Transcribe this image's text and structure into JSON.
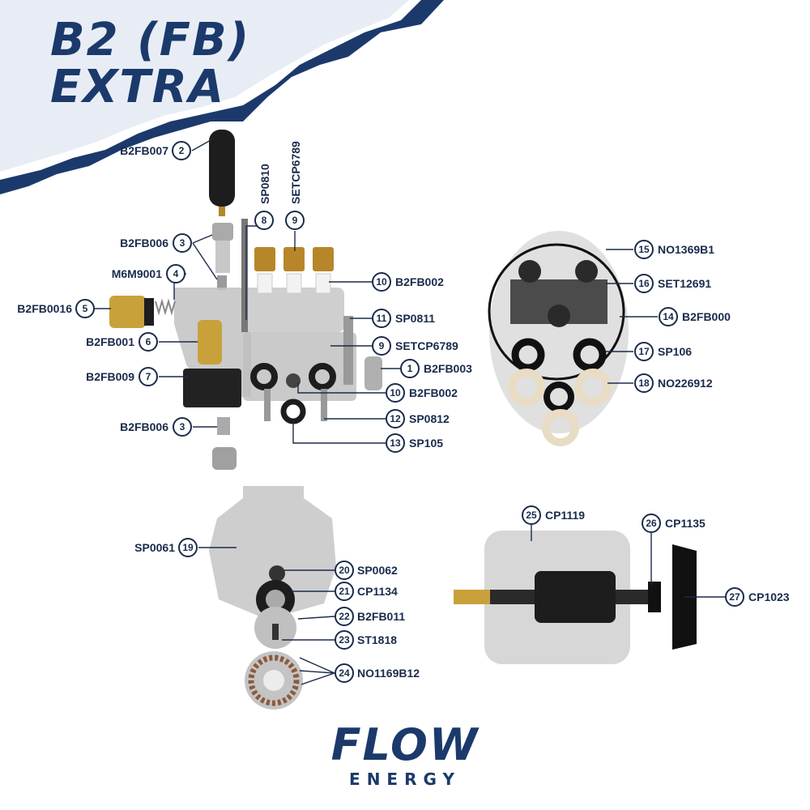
{
  "title": {
    "line1": "B2 (FB)",
    "line2": "EXTRA"
  },
  "brand": {
    "name": "FLOW",
    "sub": "ENERGY",
    "color": "#1b3a6b"
  },
  "colors": {
    "navy": "#1b3a6b",
    "ink": "#1a2b4c",
    "parts_gray": "#b5b5b5",
    "brass": "#c9a13a"
  },
  "callouts": [
    {
      "num": "2",
      "code": "B2FB007"
    },
    {
      "num": "3",
      "code": "B2FB006"
    },
    {
      "num": "4",
      "code": "M6M9001"
    },
    {
      "num": "5",
      "code": "B2FB0016"
    },
    {
      "num": "6",
      "code": "B2FB001"
    },
    {
      "num": "7",
      "code": "B2FB009"
    },
    {
      "num": "3",
      "code": "B2FB006"
    },
    {
      "num": "8",
      "code": "SP0810"
    },
    {
      "num": "9",
      "code": "SETCP6789"
    },
    {
      "num": "10",
      "code": "B2FB002"
    },
    {
      "num": "11",
      "code": "SP0811"
    },
    {
      "num": "9",
      "code": "SETCP6789"
    },
    {
      "num": "1",
      "code": "B2FB003"
    },
    {
      "num": "10",
      "code": "B2FB002"
    },
    {
      "num": "12",
      "code": "SP0812"
    },
    {
      "num": "13",
      "code": "SP105"
    },
    {
      "num": "15",
      "code": "NO1369B1"
    },
    {
      "num": "16",
      "code": "SET12691"
    },
    {
      "num": "14",
      "code": "B2FB000"
    },
    {
      "num": "17",
      "code": "SP106"
    },
    {
      "num": "18",
      "code": "NO226912"
    },
    {
      "num": "19",
      "code": "SP0061"
    },
    {
      "num": "20",
      "code": "SP0062"
    },
    {
      "num": "21",
      "code": "CP1134"
    },
    {
      "num": "22",
      "code": "B2FB011"
    },
    {
      "num": "23",
      "code": "ST1818"
    },
    {
      "num": "24",
      "code": "NO1169B12"
    },
    {
      "num": "25",
      "code": "CP1119"
    },
    {
      "num": "26",
      "code": "CP1135"
    },
    {
      "num": "27",
      "code": "CP1023"
    }
  ]
}
